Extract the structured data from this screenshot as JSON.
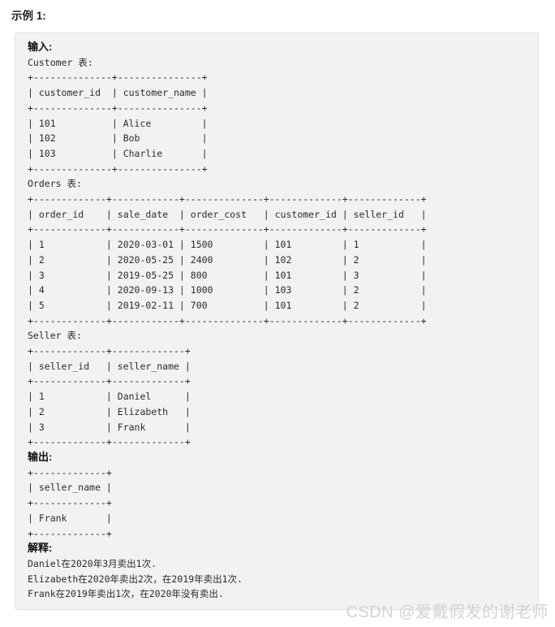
{
  "page": {
    "example_label": "示例 1:",
    "watermark": "CSDN @爱戴假发的谢老师"
  },
  "colors": {
    "box_background": "#f2f2f3",
    "box_border": "#e2e2e4",
    "code_text": "#2b2b2b",
    "watermark_text": "#d3d3d4"
  },
  "code_block": {
    "input_label": "输入:",
    "output_label": "输出:",
    "explanation_label": "解释:",
    "explanation_lines": [
      "Daniel在2020年3月卖出1次.",
      "Elizabeth在2020年卖出2次，在2019年卖出1次.",
      "Frank在2019年卖出1次，在2020年没有卖出."
    ]
  },
  "tables": {
    "customer": {
      "title": "Customer 表:",
      "widths": [
        14,
        15
      ],
      "header": [
        "customer_id",
        "customer_name"
      ],
      "rows": [
        [
          "101",
          "Alice"
        ],
        [
          "102",
          "Bob"
        ],
        [
          "103",
          "Charlie"
        ]
      ]
    },
    "orders": {
      "title": "Orders 表:",
      "widths": [
        13,
        12,
        14,
        13,
        13
      ],
      "header": [
        "order_id",
        "sale_date",
        "order_cost",
        "customer_id",
        "seller_id"
      ],
      "rows": [
        [
          "1",
          "2020-03-01",
          "1500",
          "101",
          "1"
        ],
        [
          "2",
          "2020-05-25",
          "2400",
          "102",
          "2"
        ],
        [
          "3",
          "2019-05-25",
          "800",
          "101",
          "3"
        ],
        [
          "4",
          "2020-09-13",
          "1000",
          "103",
          "2"
        ],
        [
          "5",
          "2019-02-11",
          "700",
          "101",
          "2"
        ]
      ]
    },
    "seller": {
      "title": "Seller 表:",
      "widths": [
        13,
        13
      ],
      "header": [
        "seller_id",
        "seller_name"
      ],
      "rows": [
        [
          "1",
          "Daniel"
        ],
        [
          "2",
          "Elizabeth"
        ],
        [
          "3",
          "Frank"
        ]
      ]
    },
    "output": {
      "widths": [
        13
      ],
      "header": [
        "seller_name"
      ],
      "rows": [
        [
          "Frank"
        ]
      ]
    }
  }
}
